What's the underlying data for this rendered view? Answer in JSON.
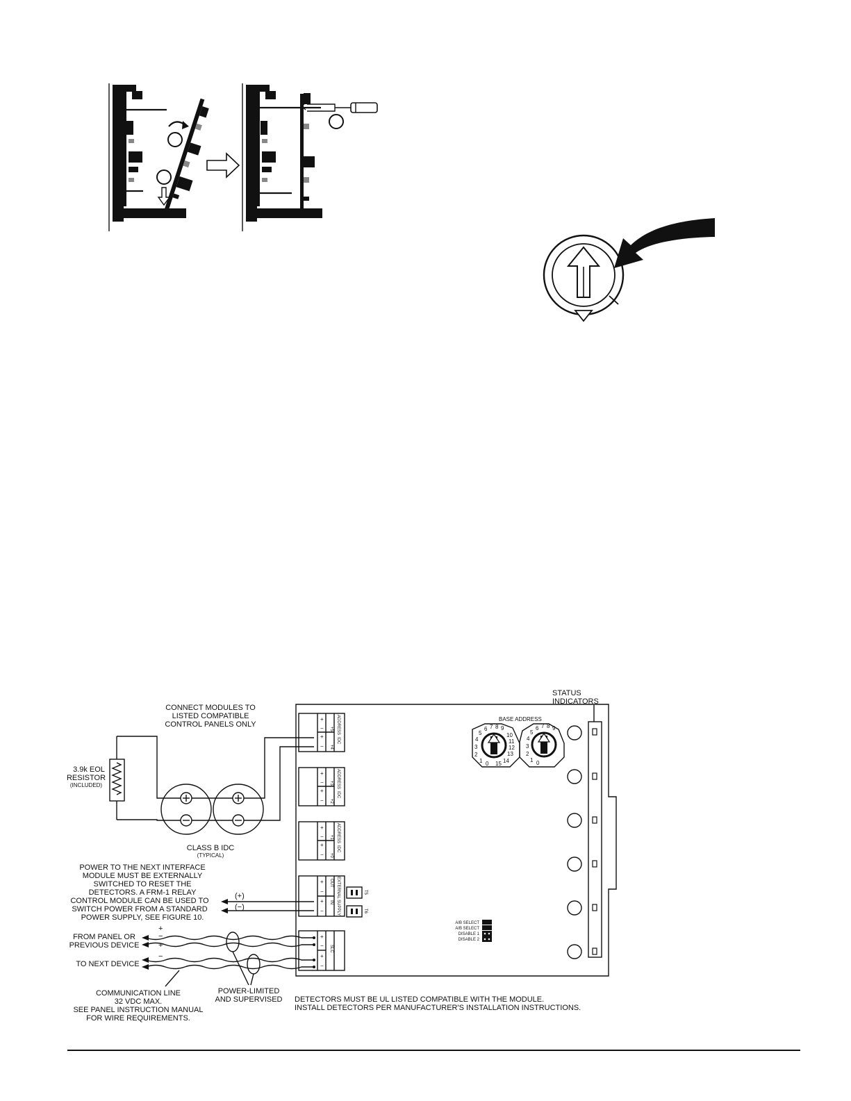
{
  "labels": {
    "connect": [
      "CONNECT MODULES TO",
      "LISTED COMPATIBLE",
      "CONTROL PANELS ONLY"
    ],
    "status": [
      "STATUS",
      "INDICATORS"
    ],
    "base_address": "BASE ADDRESS",
    "eol": [
      "3.9k EOL",
      "RESISTOR"
    ],
    "eol_included": "(INCLUDED)",
    "class_b": "CLASS B IDC",
    "typical": "(TYPICAL)",
    "power_note": [
      "POWER TO THE NEXT INTERFACE",
      "MODULE MUST BE EXTERNALLY",
      "SWITCHED TO RESET THE",
      "DETECTORS. A FRM-1 RELAY",
      "CONTROL MODULE CAN BE USED TO",
      "SWITCH POWER FROM A STANDARD",
      "POWER SUPPLY, SEE FIGURE 10."
    ],
    "plus_paren": "(+)",
    "minus_paren": "(−)",
    "from_panel": [
      "FROM PANEL OR",
      "PREVIOUS DEVICE"
    ],
    "to_next": "TO NEXT DEVICE",
    "comm_line": [
      "COMMUNICATION LINE",
      "32 VDC MAX.",
      "SEE PANEL INSTRUCTION MANUAL",
      "FOR WIRE REQUIREMENTS."
    ],
    "power_limited": [
      "POWER-LIMITED",
      "AND SUPERVISED"
    ],
    "detectors_note": [
      "DETECTORS MUST BE UL LISTED COMPATIBLE WITH THE MODULE.",
      "INSTALL DETECTORS PER MANUFACTURER'S INSTALLATION INSTRUCTIONS."
    ],
    "jumpers": [
      "A/B SELECT",
      "A/B SELECT",
      "DISABLE 1",
      "DISABLE 2"
    ],
    "terminals": {
      "address": "ADDRESS",
      "idc": "IDC",
      "external_supply": "EXTERNAL SUPPLY",
      "out": "OUT",
      "in": "IN",
      "slc": "SLC",
      "plus": "+",
      "minus": "−",
      "block_numbers": [
        "+5",
        "+4",
        "+3",
        "+2",
        "+1",
        "+0"
      ],
      "t5": "T5",
      "t6": "T6"
    },
    "dial_left": [
      "0",
      "1",
      "2",
      "3",
      "4",
      "5",
      "6",
      "7",
      "8",
      "9",
      "10",
      "11",
      "12",
      "13",
      "14",
      "15"
    ],
    "dial_right": [
      "0",
      "1",
      "2",
      "3",
      "4",
      "5",
      "6",
      "7",
      "8",
      "9"
    ]
  }
}
